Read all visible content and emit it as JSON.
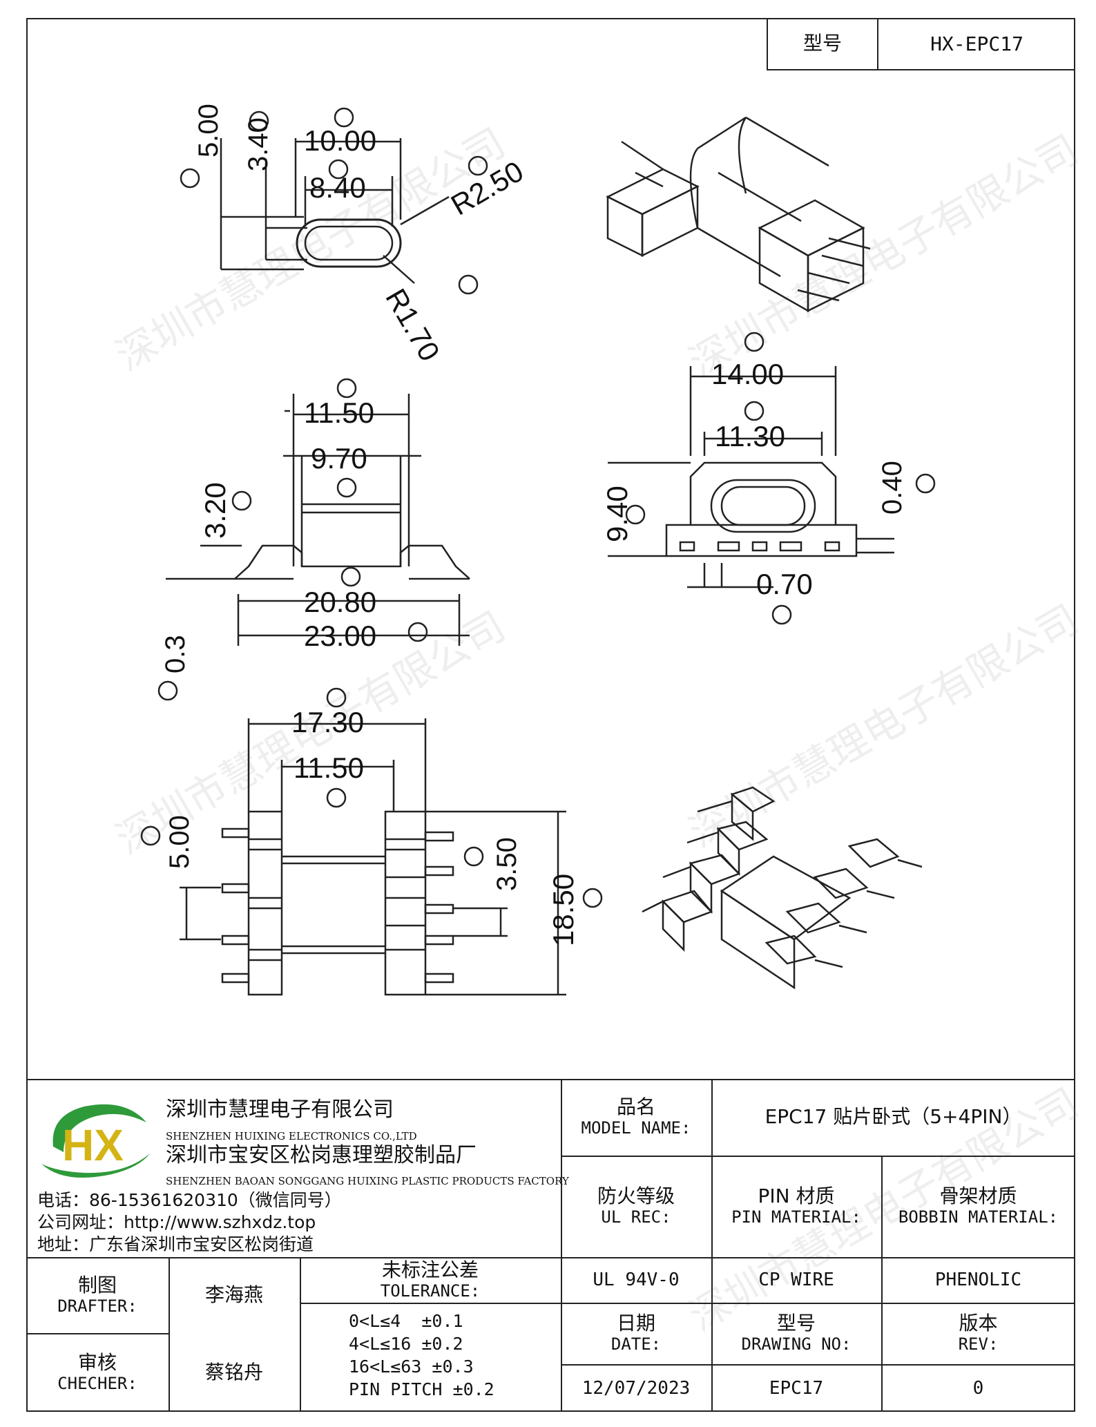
{
  "header": {
    "model_label": "型号",
    "model_value": "HX-EPC17"
  },
  "drawing": {
    "dims": {
      "A": "5.00",
      "B": "3.40",
      "C": "8.40",
      "D": "10.00",
      "E": "R2.50",
      "F": "R1.70",
      "I": "11.50",
      "H": "9.70",
      "G": "3.20",
      "T": "0.3",
      "U": "20.80",
      "V": "23.00",
      "L": "14.00",
      "K": "11.30",
      "J": "9.40",
      "S": "0.40",
      "R": "0.70",
      "O": "17.30",
      "N": "11.50",
      "M": "5.00",
      "P": "3.50",
      "Q": "18.50"
    },
    "watermark": "深圳市慧理电子有限公司"
  },
  "company": {
    "name_cn": "深圳市慧理电子有限公司",
    "name_en": "SHENZHEN HUIXING ELECTRONICS CO.,LTD",
    "factory_cn": "深圳市宝安区松岗惠理塑胶制品厂",
    "factory_en": "SHENZHEN BAOAN SONGGANG HUIXING PLASTIC PRODUCTS FACTORY",
    "phone": "电话：86-15361620310（微信同号）",
    "website": "公司网址：http://www.szhxdz.top",
    "address": "地址：广东省深圳市宝安区松岗街道",
    "logo_text": "HX"
  },
  "title_block": {
    "model_name_cn": "品名",
    "model_name_en": "MODEL NAME:",
    "model_name_value": "EPC17 贴片卧式（5+4PIN）",
    "ul_cn": "防火等级",
    "ul_en": "UL REC:",
    "ul_value": "UL 94V-0",
    "pin_cn": "PIN 材质",
    "pin_en": "PIN MATERIAL:",
    "pin_value": "CP WIRE",
    "bobbin_cn": "骨架材质",
    "bobbin_en": "BOBBIN MATERIAL:",
    "bobbin_value": "PHENOLIC",
    "drafter_cn": "制图",
    "drafter_en": "DRAFTER:",
    "drafter_value": "李海燕",
    "checker_cn": "审核",
    "checker_en": "CHECHER:",
    "checker_value": "蔡铭舟",
    "tolerance_cn": "未标注公差",
    "tolerance_en": "TOLERANCE:",
    "tolerance_lines": [
      "0<L≤4  ±0.1",
      "4<L≤16 ±0.2",
      "16<L≤63 ±0.3",
      "PIN PITCH ±0.2"
    ],
    "date_cn": "日期",
    "date_en": "DATE:",
    "date_value": "12/07/2023",
    "drawing_no_cn": "型号",
    "drawing_no_en": "DRAWING NO:",
    "drawing_no_value": "EPC17",
    "rev_cn": "版本",
    "rev_en": "REV:",
    "rev_value": "0"
  }
}
